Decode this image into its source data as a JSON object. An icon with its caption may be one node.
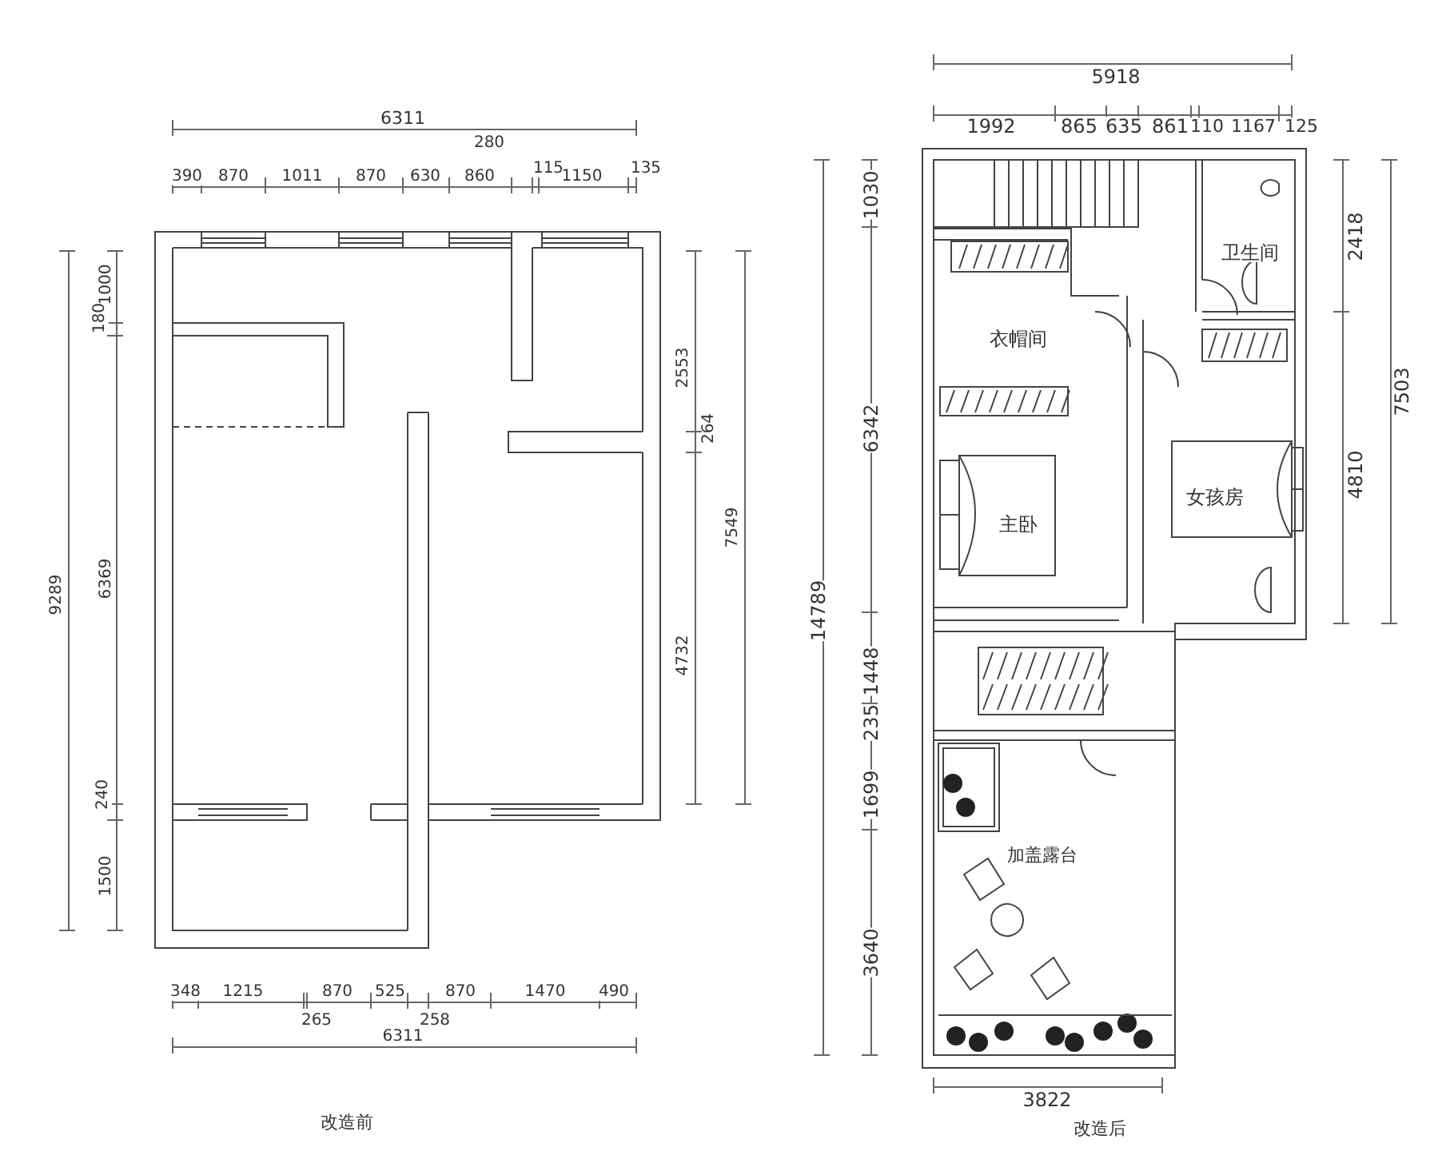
{
  "diagram": {
    "labels": [
      "6311",
      "280",
      "390",
      "870",
      "1011",
      "870",
      "630",
      "860",
      "115",
      "1150",
      "135",
      "9289",
      "1000",
      "180",
      "6369",
      "240",
      "1500",
      "2553",
      "264",
      "7549",
      "4732",
      "348",
      "1215",
      "870",
      "525",
      "870",
      "1470",
      "490",
      "265",
      "258",
      "6311",
      "改造前",
      "5918",
      "1992",
      "865",
      "635",
      "861",
      "110",
      "1167",
      "125",
      "1030",
      "6342",
      "14789",
      "1448",
      "235",
      "1699",
      "3640",
      "2418",
      "7503",
      "4810",
      "卫生间",
      "衣帽间",
      "女孩房",
      "主卧",
      "加盖露台",
      "3822",
      "改造后"
    ]
  }
}
